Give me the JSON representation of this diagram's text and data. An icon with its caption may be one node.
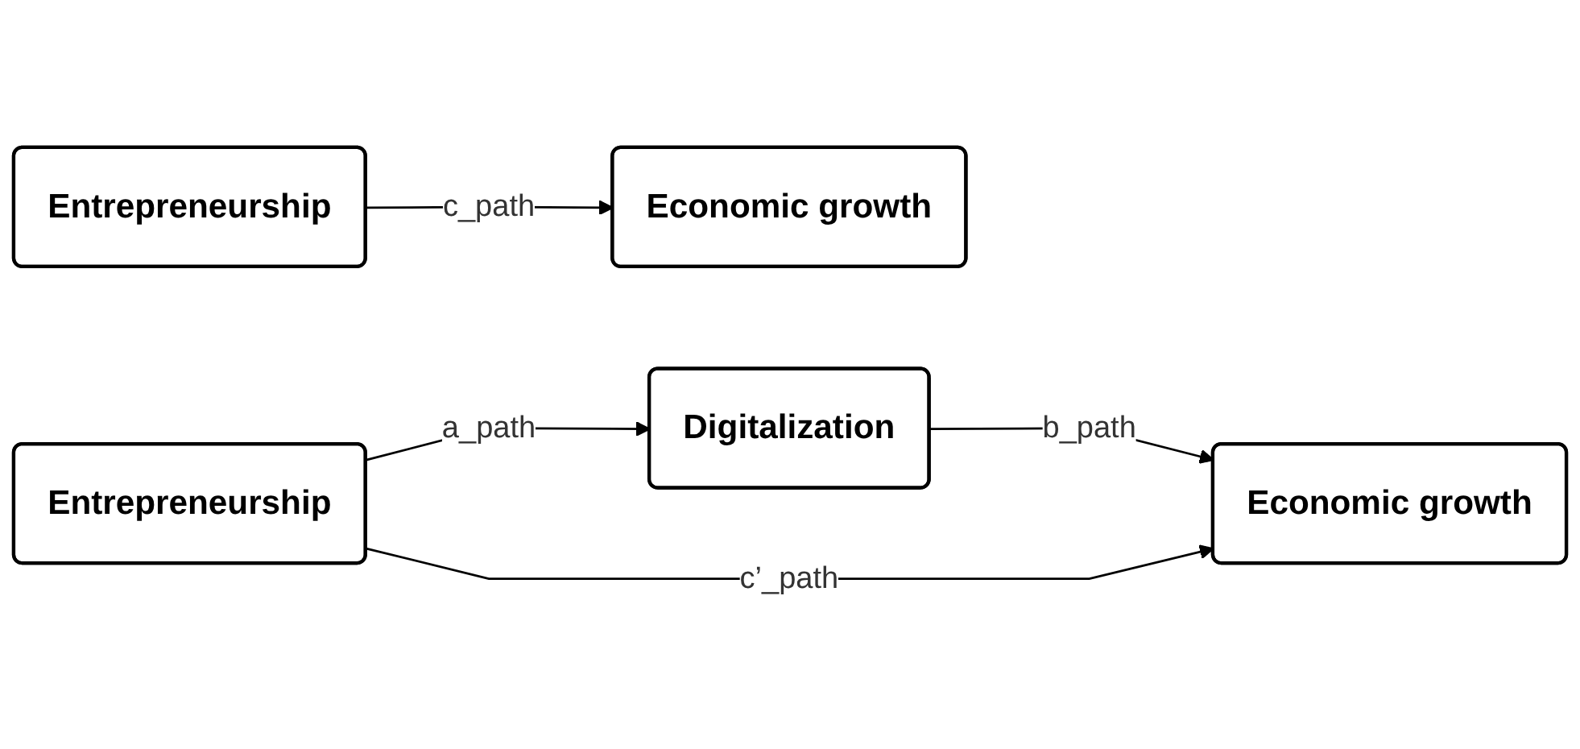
{
  "diagram": {
    "nodes": [
      {
        "text": [
          "Entrepreneurship"
        ]
      },
      {
        "text": [
          "Economic growth"
        ]
      },
      {
        "text": [
          "Digitalization"
        ]
      },
      {
        "text": [
          "Entrepreneurship"
        ]
      },
      {
        "text": [
          "Economic growth"
        ]
      }
    ],
    "edges": [
      {
        "from": 0,
        "to": 1,
        "arrow": "to",
        "label": "c_path"
      },
      {
        "from": 3,
        "to": 2,
        "arrow": "to",
        "label": "a_path"
      },
      {
        "from": 2,
        "to": 4,
        "arrow": "to",
        "label": "b_path"
      },
      {
        "from": 3,
        "to": 4,
        "arrow": "to",
        "label": "c’_path"
      }
    ]
  }
}
